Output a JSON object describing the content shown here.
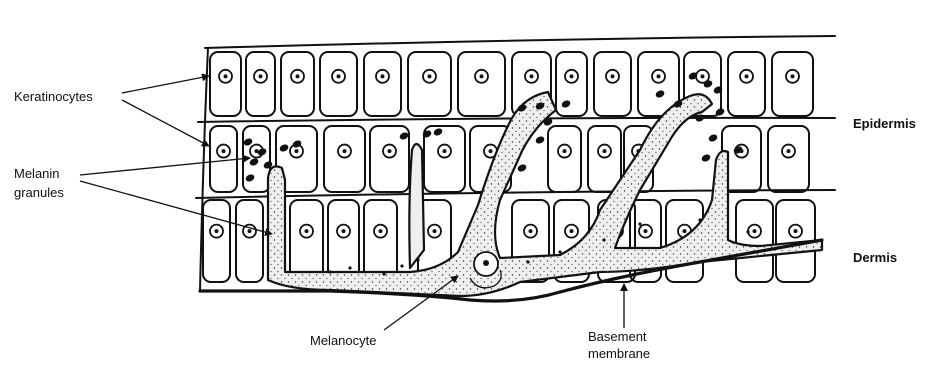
{
  "labels": {
    "keratinocytes": "Keratinocytes",
    "melanin_line1": "Melanin",
    "melanin_line2": "granules",
    "epidermis": "Epidermis",
    "dermis": "Dermis",
    "melanocyte": "Melanocyte",
    "basement_line1": "Basement",
    "basement_line2": "membrane"
  }
}
